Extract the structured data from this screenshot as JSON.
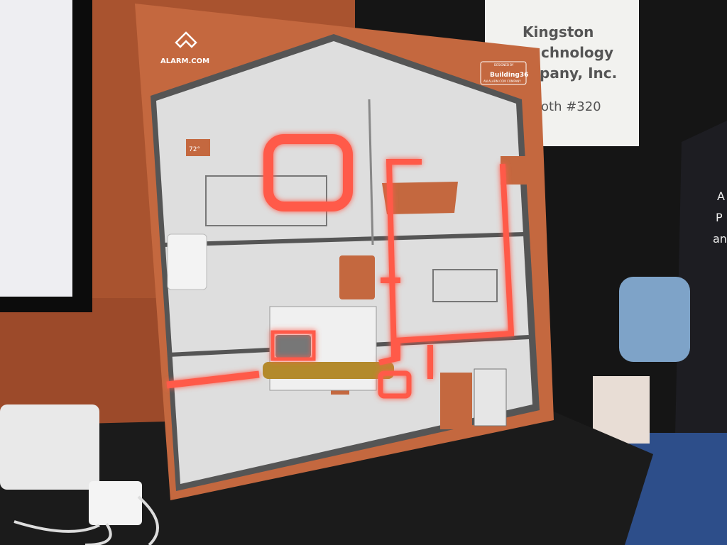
{
  "board": {
    "brand": "ALARM.COM",
    "designed_by": "DESIGNED BY",
    "partner": "Building36",
    "partner_tagline": "AN ALARM.COM COMPANY",
    "thermostat_reading": "72°"
  },
  "sign": {
    "line1": "Kingston",
    "line2": "chnology",
    "line3": "pany, Inc.",
    "line4": "oth #320"
  },
  "banner": {
    "fragments": [
      "A",
      "P",
      "an"
    ]
  },
  "colors": {
    "board_orange": "#c4683f",
    "glow_red": "#ff5a4a",
    "house_gray": "#dcdcdc",
    "wall_orange": "#a9532f",
    "curtain": "#141414"
  }
}
